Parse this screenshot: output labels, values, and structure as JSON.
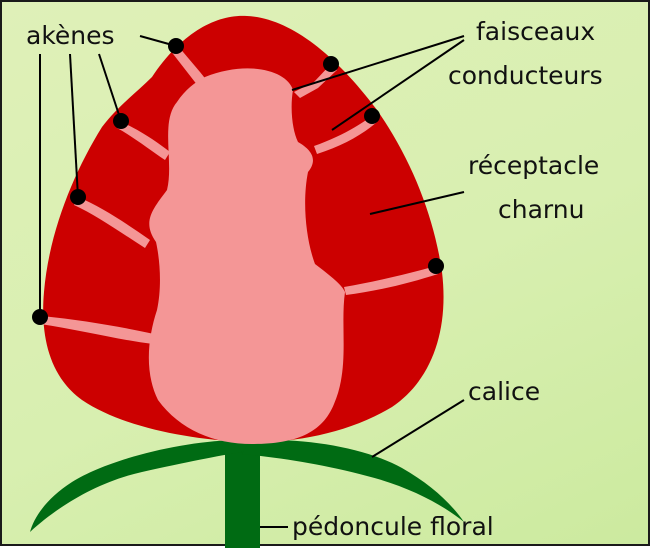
{
  "labels": {
    "akenes": "akènes",
    "faisceaux_line1": "faisceaux",
    "faisceaux_line2": "conducteurs",
    "receptacle_line1": "réceptacle",
    "receptacle_line2": "charnu",
    "calice": "calice",
    "pedoncule": "pédoncule floral"
  },
  "colors": {
    "background": "#d8efb0",
    "flesh_outer": "#cc0000",
    "flesh_inner": "#f49696",
    "stem": "#006b13",
    "seed": "#000000",
    "line": "#000000"
  }
}
